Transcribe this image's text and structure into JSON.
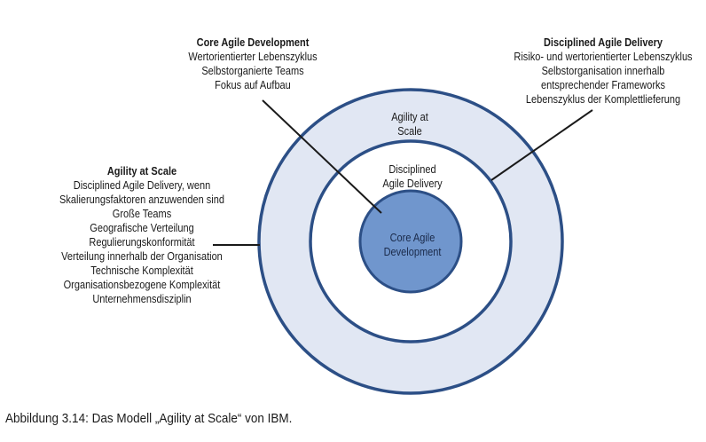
{
  "core_agile_development": {
    "title": "Core Agile Development",
    "lines": [
      "Wertorientierter Lebenszyklus",
      "Selbstorganierte Teams",
      "Fokus auf Aufbau"
    ]
  },
  "disciplined_agile_delivery": {
    "title": "Disciplined Agile Delivery",
    "lines": [
      "Risiko- und wertorientierter Lebenszyklus",
      "Selbstorganisation innerhalb",
      "entsprechender Frameworks",
      "Lebenszyklus der Komplettlieferung"
    ]
  },
  "agility_at_scale": {
    "title": "Agility at Scale",
    "lines": [
      "Disciplined Agile Delivery, wenn",
      "Skalierungsfaktoren anzuwenden sind",
      "Große Teams",
      "Geografische Verteilung",
      "Regulierungskonformität",
      "Verteilung innerhalb der Organisation",
      "Technische Komplexität",
      "Organisationsbezogene Komplexität",
      "Unternehmensdisziplin"
    ]
  },
  "rings": {
    "outer": [
      "Agility at",
      "Scale"
    ],
    "middle": [
      "Disciplined",
      "Agile Delivery"
    ],
    "core": [
      "Core Agile",
      "Development"
    ]
  },
  "colors": {
    "outer_fill": "#e1e7f3",
    "ring_stroke": "#2c4f86",
    "middle_fill": "#ffffff",
    "core_fill": "#7096cd",
    "line": "#1a1a1a"
  },
  "caption": "Abbildung 3.14: Das Modell „Agility at Scale“ von IBM."
}
